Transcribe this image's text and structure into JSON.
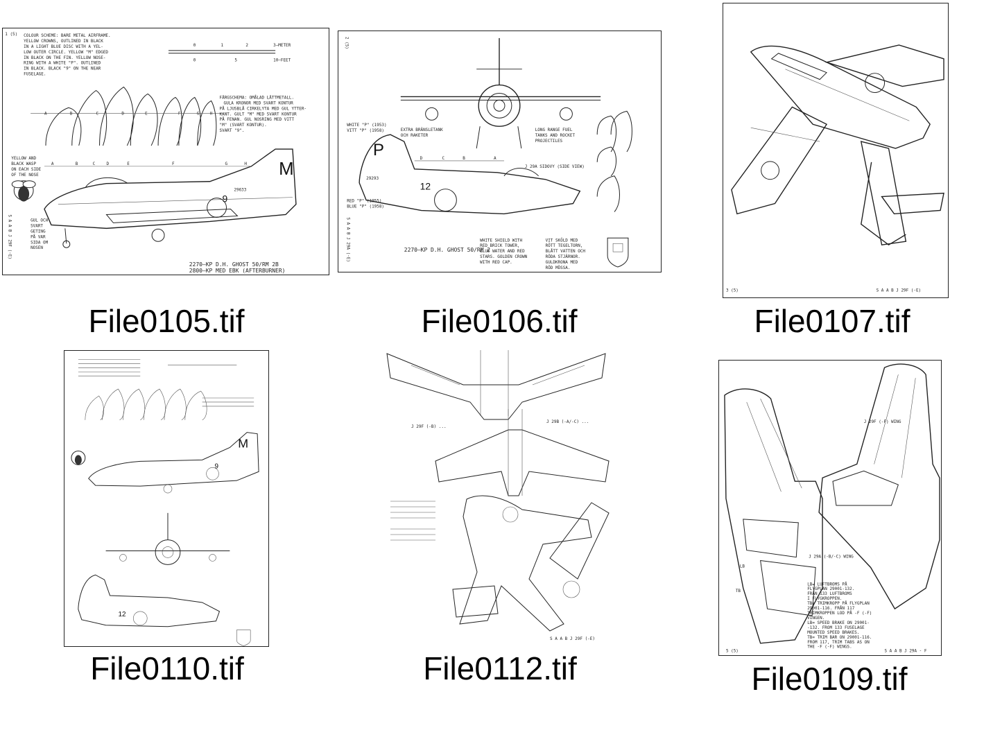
{
  "thumbnails": [
    {
      "caption": "File0105.tif",
      "page": "1 (5)",
      "colour_scheme": [
        "COLOUR SCHEME: BARE METAL AIRFRAME.",
        "YELLOW CROWNS, OUTLINED IN BLACK",
        "IN A LIGHT BLUE DISC WITH A YEL-",
        "LOW OUTER CIRCLE. YELLOW \"M\" EDGED",
        "IN BLACK ON THE FIN. YELLOW NOSE-",
        "RING WITH A WHITE \"P\". OUTLINED",
        "IN BLACK. BLACK \"9\" ON THE NEAR",
        "FUSELAGE."
      ],
      "fargschema": [
        "FÄRGSCHEMA: OMÅLAD LÄTTMETALL.",
        "GULA KRONOR MED SVART KONTUR",
        "PÅ LJUSBLÅ CIRKELYTA MED GUL YTTER-",
        "KANT. GULT \"M\" MED SVART KONTUR",
        "PÅ FENAN. GUL NOSRING MED VITT",
        "\"M\" (SVART KONTUR).",
        "SVART \"9\"."
      ],
      "scale_labels": [
        "0",
        "1",
        "2",
        "3—METER",
        "0",
        "5",
        "10—FEET"
      ],
      "section_letters": [
        "A",
        "B",
        "C",
        "D",
        "E",
        "F",
        "G",
        "H"
      ],
      "wasp_note": [
        "YELLOW AND",
        "BLACK WASP",
        "ON EACH SIDE",
        "OF THE NOSE"
      ],
      "wasp_note_sv": [
        "GUL OCH",
        "SVART",
        "GETING",
        "PÅ VAR",
        "SIDA OM",
        "NOSEN"
      ],
      "vertical_title": "S A A B  J 29F (-E)",
      "fin_letter": "M",
      "fuselage_number": "9",
      "serial": "29633",
      "engine_lines": [
        "2270—KP D.H. GHOST 50/RM 2B",
        "2800—KP MED EBK (AFTERBURNER)"
      ]
    },
    {
      "caption": "File0106.tif",
      "page": "2 (5)",
      "left_notes": [
        "WHITE \"P\" (1953)",
        "VITT \"P\" (1958)"
      ],
      "mid_notes": [
        "EXTRA BRÄNSLETANK",
        "OCH RAKETER"
      ],
      "right_notes": [
        "LONG RANGE FUEL",
        "TANKS AND ROCKET",
        "PROJECTILES"
      ],
      "section_letters": [
        "D",
        "C",
        "B",
        "A"
      ],
      "side_view_label": "J 29A SIDOVY (SIDE VIEW)",
      "fin_letter": "P",
      "fuselage_number": "12",
      "serial": "29293",
      "color_notes": [
        "RED \"P\" (1955)",
        "BLUE \"P\" (1958)"
      ],
      "vertical_title": "S A A B  J 29A (-E)",
      "engine_line": "2270—KP D.H. GHOST 50/RM 2",
      "shield_en": [
        "WHITE SHIELD WITH",
        "RED BRICK TOWER,",
        "BLUE WATER AND RED",
        "STARS. GOLDEN CROWN",
        "WITH RED CAP."
      ],
      "shield_sv": [
        "VIT SKÖLD MED",
        "RÖTT TEGELTORN,",
        "BLÅTT VATTEN OCH",
        "RÖDA STJÄRNOR.",
        "GULDKRONA MED",
        "RÖD MÖSSA."
      ]
    },
    {
      "caption": "File0107.tif",
      "page": "3 (5)",
      "title": "S A A B  J 29F (-E)"
    },
    {
      "caption": "File0110.tif",
      "fin_letter": "M",
      "fuselage_number": "9",
      "second_number": "12"
    },
    {
      "caption": "File0112.tif",
      "label_a": "J 29F (-B) ...",
      "label_b": "J 29B (-A/-C) ...",
      "footer": "S A A B  J 29F (-E)"
    },
    {
      "caption": "File0109.tif",
      "page": "5 (5)",
      "label_top": "J 29F (-F) WING",
      "label_mid": "J 29A (-B/-C) WING",
      "lb_label": "LB",
      "tb_label": "TB",
      "notes": [
        "LB= LUFTBROMS PÅ",
        "FLYGPLAN 29001-132.",
        "FRÅN 133 LUFTBROMS",
        "I FLYGKROPPEN.",
        "TB= TRIMKROPP PÅ FLYGPLAN",
        "29001-116. FRÅN 117",
        "TRIMKROPPEN LOD PÅ -F (-F)",
        "VINGEN.",
        "LB= SPEED BRAKE ON 29001-",
        "-132. FROM 133 FUSELAGE",
        "MOUNTED SPEED BRAKES.",
        "TB= TRIM BAR ON 29001-116.",
        "FROM 117, TRIM TABS AS ON",
        "THE -F (-F) WINGS."
      ],
      "footer": "S A A B  J 29A - F"
    }
  ]
}
